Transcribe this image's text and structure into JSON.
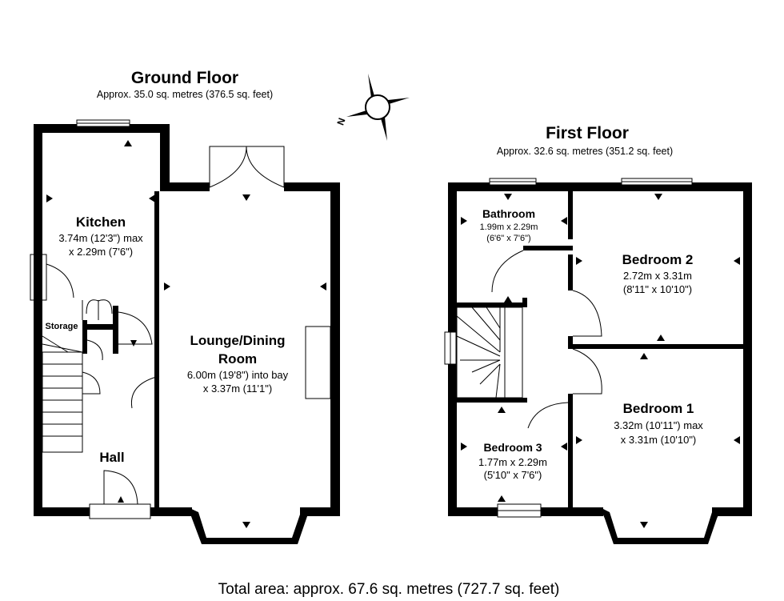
{
  "ground_floor": {
    "title": "Ground Floor",
    "area": "Approx. 35.0 sq. metres (376.5 sq. feet)",
    "rooms": {
      "kitchen": {
        "name": "Kitchen",
        "dim1": "3.74m (12'3\") max",
        "dim2": "x 2.29m (7'6\")"
      },
      "storage": {
        "name": "Storage"
      },
      "lounge": {
        "name1": "Lounge/Dining",
        "name2": "Room",
        "dim1": "6.00m (19'8\") into bay",
        "dim2": "x 3.37m (11'1\")"
      },
      "hall": {
        "name": "Hall"
      }
    }
  },
  "first_floor": {
    "title": "First Floor",
    "area": "Approx. 32.6 sq. metres (351.2 sq. feet)",
    "rooms": {
      "bathroom": {
        "name": "Bathroom",
        "dim1": "1.99m x 2.29m",
        "dim2": "(6'6\" x 7'6\")"
      },
      "bedroom2": {
        "name": "Bedroom 2",
        "dim1": "2.72m x 3.31m",
        "dim2": "(8'11\" x 10'10\")"
      },
      "bedroom1": {
        "name": "Bedroom 1",
        "dim1": "3.32m (10'11\") max",
        "dim2": "x 3.31m (10'10\")"
      },
      "bedroom3": {
        "name": "Bedroom 3",
        "dim1": "1.77m x 2.29m",
        "dim2": "(5'10\" x 7'6\")"
      }
    }
  },
  "compass": {
    "label": "N",
    "icon": "compass-icon"
  },
  "total_area": "Total area: approx. 67.6 sq. metres (727.7 sq. feet)"
}
